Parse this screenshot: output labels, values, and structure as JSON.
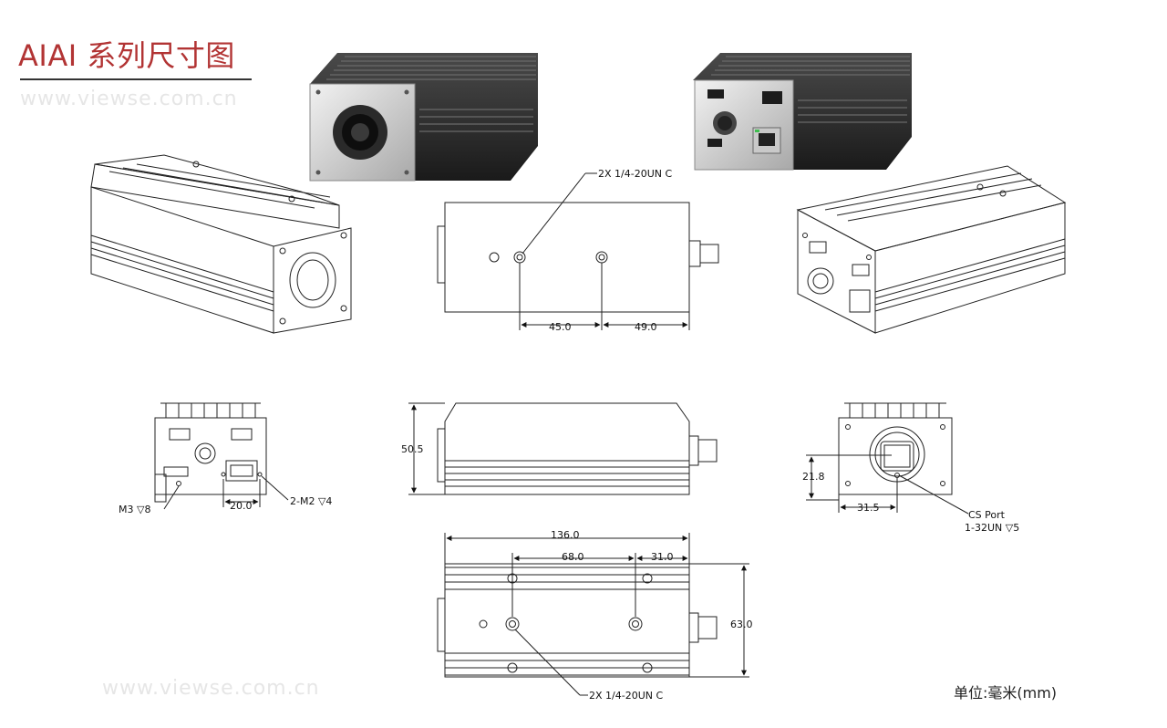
{
  "header": {
    "title": "AIAI 系列尺寸图"
  },
  "watermarks": [
    "www.viewse.com.cn",
    "www.viewse.com.cn"
  ],
  "footer": {
    "unit": "单位:毫米(mm)"
  },
  "annotations": {
    "mount_top": "2X 1/4-20UN C",
    "mount_bottom": "2X 1/4-20UN C",
    "m3": "M3 ▽8",
    "m2": "2-M2 ▽4",
    "cs_port_line1": "CS Port",
    "cs_port_line2": "1-32UN ▽5"
  },
  "dimensions": {
    "top_45": "45.0",
    "top_49": "49.0",
    "height": "50.5",
    "rear_20": "20.0",
    "front_21_8": "21.8",
    "front_31_5": "31.5",
    "length": "136.0",
    "bottom_68": "68.0",
    "bottom_31": "31.0",
    "width": "63.0"
  },
  "colors": {
    "title": "#b23434",
    "line": "#222222",
    "body_dark": "#2b2b2b"
  }
}
